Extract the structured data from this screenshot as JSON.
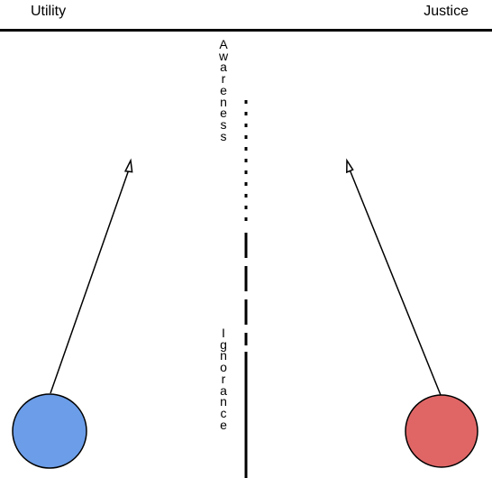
{
  "header": {
    "left_label": "Utility",
    "right_label": "Justice"
  },
  "axis": {
    "top_label": "Awareness",
    "bottom_label": "Ignorance"
  },
  "nodes": {
    "left_color": "#6b9de8",
    "right_color": "#e06666",
    "stroke_color": "#000000"
  }
}
